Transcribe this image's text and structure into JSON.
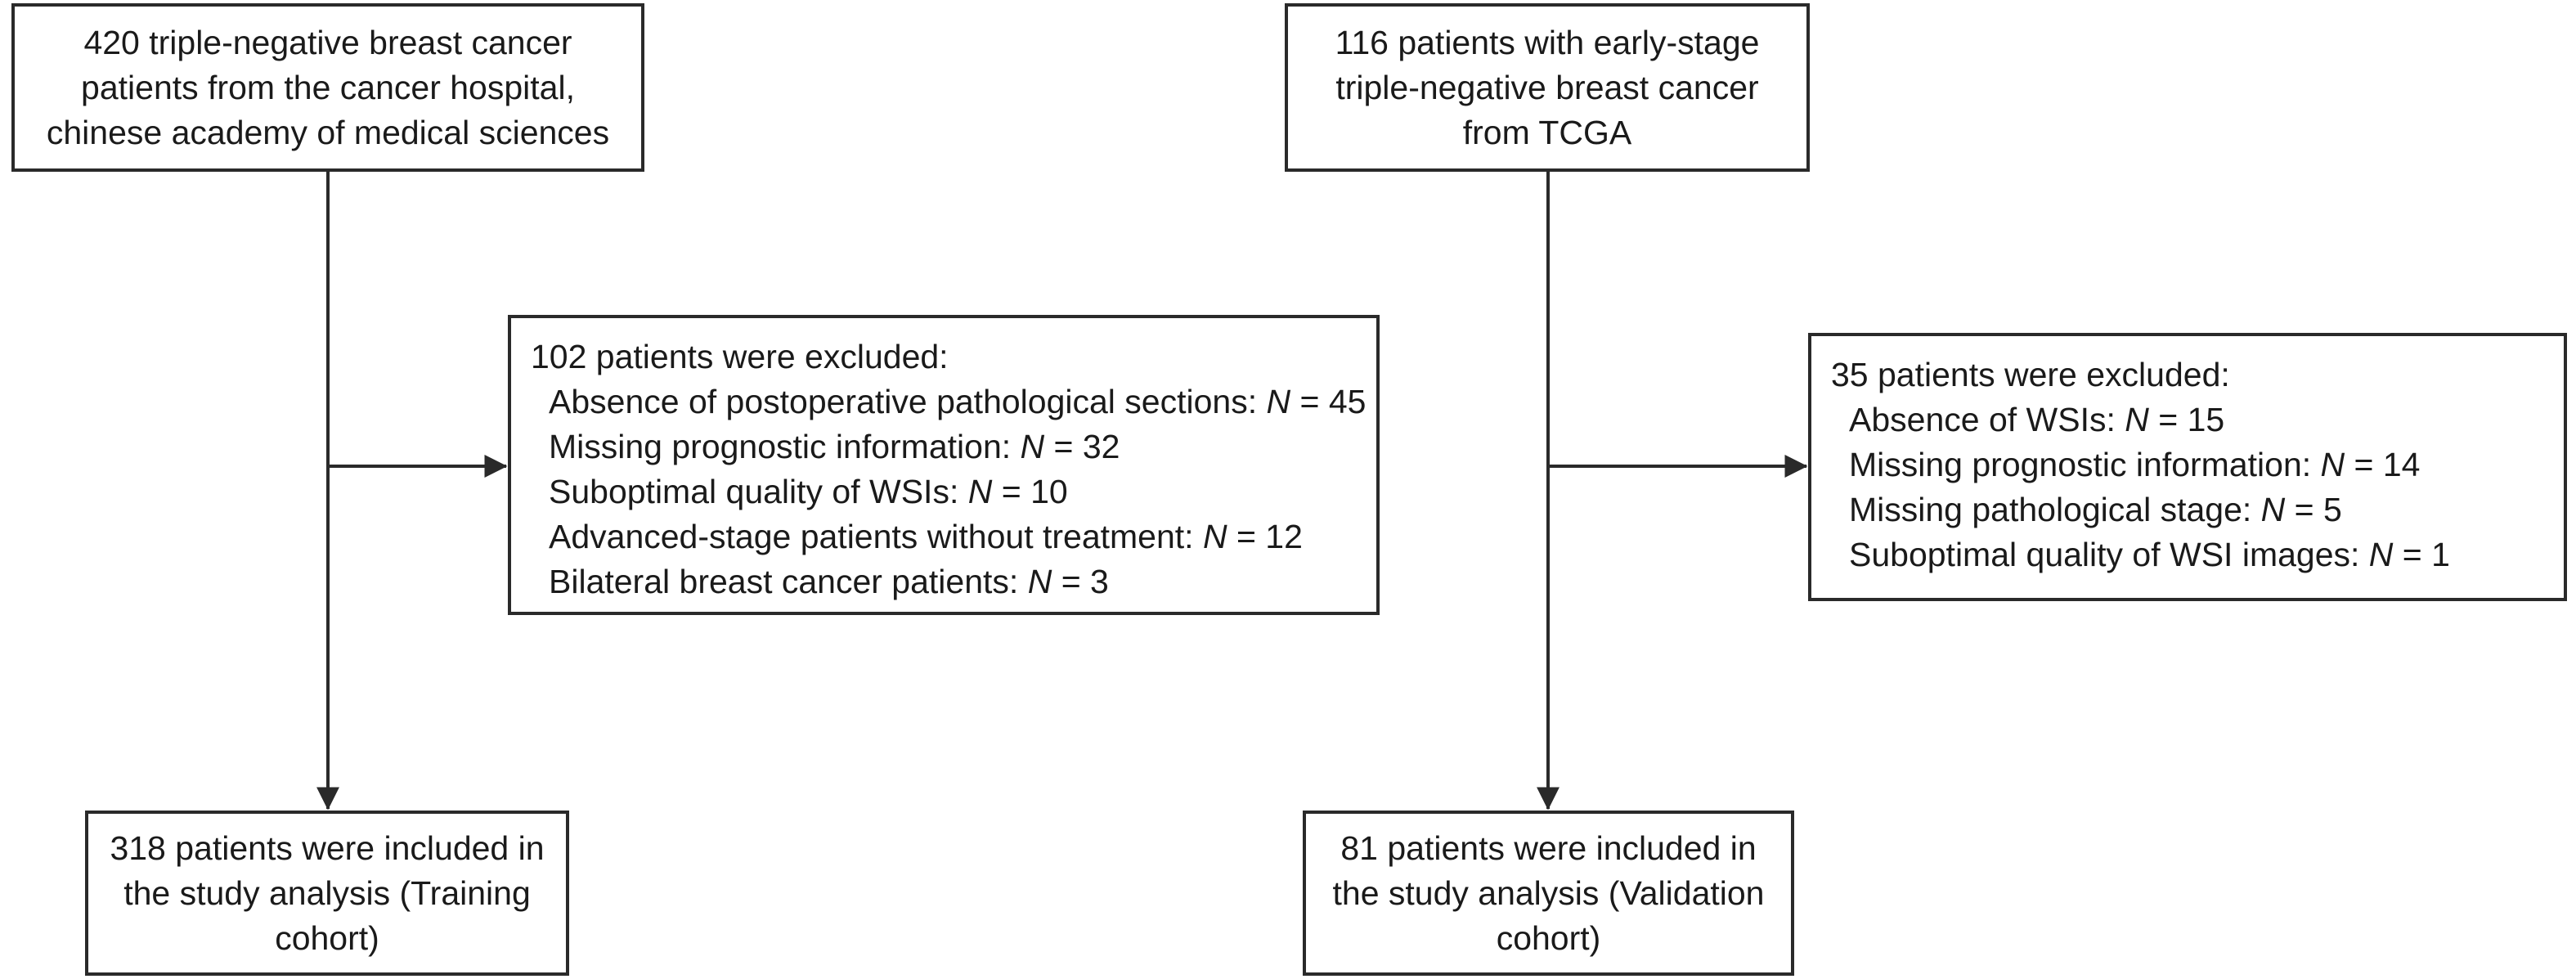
{
  "left_flow": {
    "source": {
      "lines": [
        "420 triple-negative breast cancer",
        "patients from the cancer hospital,",
        "chinese academy of medical sciences"
      ]
    },
    "excluded": {
      "heading": "102 patients were excluded:",
      "items": [
        {
          "text": "Absence of postoperative pathological sections: ",
          "n_label": "N",
          "n_value": " = 45"
        },
        {
          "text": "Missing prognostic information: ",
          "n_label": "N",
          "n_value": " = 32"
        },
        {
          "text": "Suboptimal quality of WSIs: ",
          "n_label": "N",
          "n_value": " = 10"
        },
        {
          "text": "Advanced-stage patients without treatment: ",
          "n_label": "N",
          "n_value": " = 12"
        },
        {
          "text": "Bilateral breast cancer patients: ",
          "n_label": "N",
          "n_value": " = 3"
        }
      ]
    },
    "included": {
      "lines": [
        "318 patients were included in",
        "the study analysis (Training",
        "cohort)"
      ]
    }
  },
  "right_flow": {
    "source": {
      "lines": [
        "116 patients with early-stage",
        "triple-negative breast cancer",
        "from TCGA"
      ]
    },
    "excluded": {
      "heading": "35 patients were excluded:",
      "items": [
        {
          "text": "Absence of WSIs: ",
          "n_label": "N",
          "n_value": " = 15"
        },
        {
          "text": "Missing prognostic information: ",
          "n_label": "N",
          "n_value": " = 14"
        },
        {
          "text": "Missing pathological stage: ",
          "n_label": "N",
          "n_value": " = 5"
        },
        {
          "text": "Suboptimal quality of WSI images: ",
          "n_label": "N",
          "n_value": " = 1"
        }
      ]
    },
    "included": {
      "lines": [
        "81 patients were included in",
        "the study analysis (Validation",
        "cohort)"
      ]
    }
  },
  "colors": {
    "line": "#2a2a2a",
    "text": "#1a1a1a",
    "background": "#ffffff"
  }
}
